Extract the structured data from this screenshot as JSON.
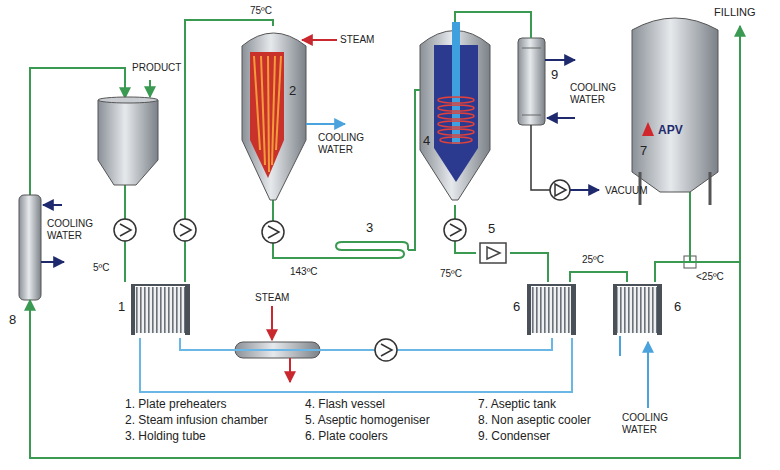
{
  "diagram": {
    "nodes": [
      {
        "text": [
          "2"
        ]
      },
      {
        "text": [
          "4"
        ]
      },
      {
        "text": [
          "9"
        ]
      },
      {
        "text": [
          "7",
          "APV"
        ]
      },
      {
        "text": [
          "8"
        ]
      },
      {
        "text": [
          "3"
        ]
      },
      {
        "text": [
          "1"
        ]
      },
      {
        "text": [
          "5"
        ]
      },
      {
        "text": [
          "6"
        ]
      },
      {
        "text": [
          "6"
        ]
      }
    ],
    "edges": [
      {
        "from": 6,
        "to": 0,
        "arrow": "none"
      },
      {
        "from": 0,
        "to": 5,
        "arrow": "none"
      },
      {
        "from": 5,
        "to": 1,
        "arrow": "none"
      },
      {
        "from": 1,
        "to": 7,
        "arrow": "none"
      },
      {
        "from": 7,
        "to": 8,
        "arrow": "none"
      },
      {
        "from": 8,
        "to": 9,
        "arrow": "none"
      },
      {
        "from": 9,
        "to": 3,
        "arrow": "none"
      },
      {
        "from": 9,
        "to": 4,
        "arrow": "to"
      },
      {
        "from": 1,
        "to": 2,
        "arrow": "none"
      },
      {
        "from": 6,
        "to": 8,
        "arrow": "none"
      },
      {
        "from": 8,
        "to": 6,
        "arrow": "none"
      }
    ],
    "labels": [
      "75ºC",
      "PRODUCT",
      "STEAM",
      "COOLING WATER",
      "COOLING WATER",
      "VACUUM",
      "FILLING",
      "COOLING WATER",
      "5ºC",
      "STEAM",
      "143ºC",
      "75ºC",
      "25ºC",
      "<25ºC",
      "COOLING WATER",
      "1. Plate preheaters",
      "2. Steam infusion chamber",
      "3. Holding tube",
      "4. Flash vessel",
      "5. Aseptic homogeniser",
      "6. Plate coolers",
      "7. Aseptic tank",
      "8. Non aseptic cooler",
      "9. Condenser"
    ]
  }
}
